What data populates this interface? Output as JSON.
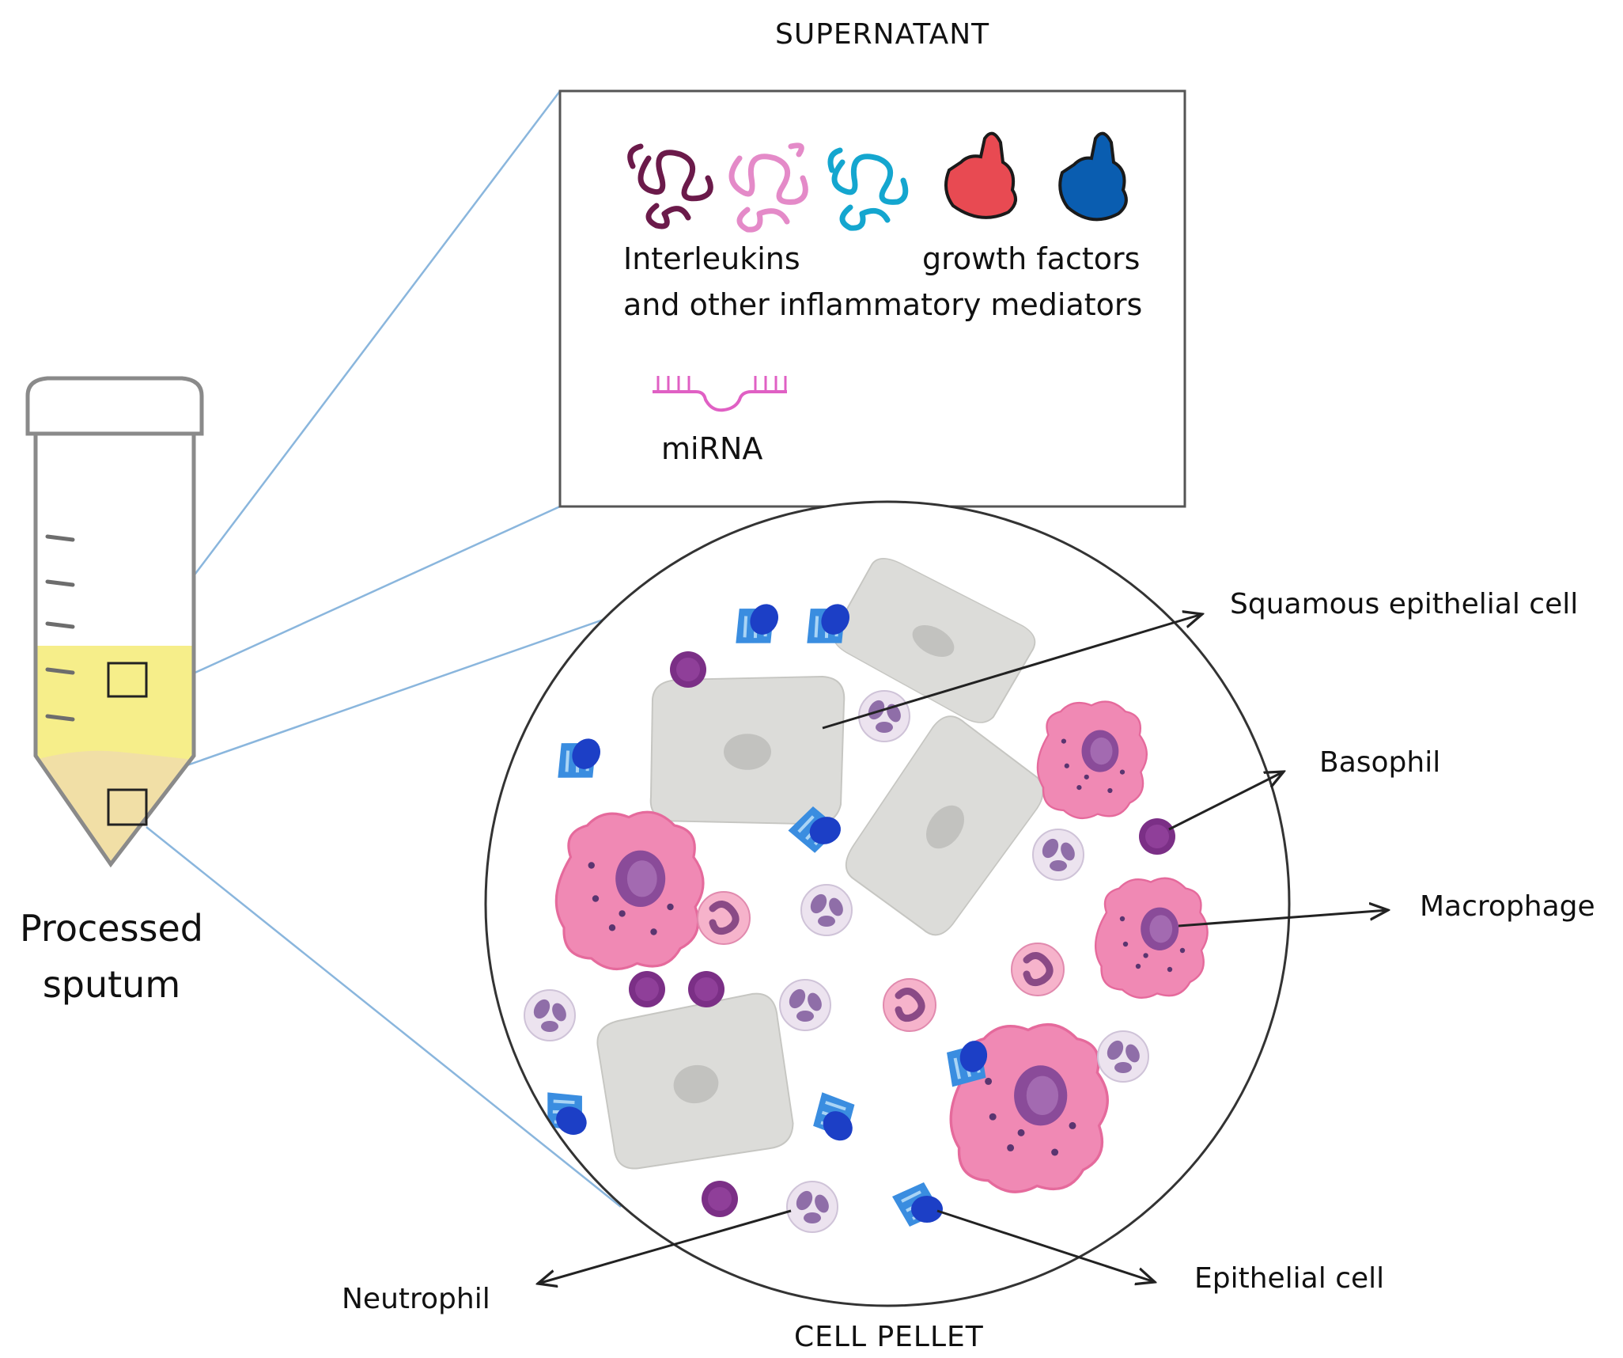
{
  "supernatant_title": "SUPERNATANT",
  "cell_pellet_title": "CELL PELLET",
  "tube_label_line1": "Processed",
  "tube_label_line2": "sputum",
  "mediators": {
    "interleukins_label": "Interleukins",
    "growth_factors_label": "growth factors",
    "mediators_line": "and other inflammatory mediators",
    "mirna_label": "miRNA"
  },
  "cell_labels": {
    "squamous": "Squamous epithelial cell",
    "basophil": "Basophil",
    "macrophage": "Macrophage",
    "neutrophil": "Neutrophil",
    "epithelial": "Epithelial cell"
  },
  "colors": {
    "interleukin_1": "#6b1a4a",
    "interleukin_2": "#e48ac8",
    "interleukin_3": "#14a6cf",
    "growth_factor_1": "#e84a52",
    "growth_factor_2": "#0a5db0",
    "mirna": "#e060c4",
    "sputum_supernatant": "#f6ee8a",
    "sputum_pellet": "#f1dfa6",
    "zoom_lines": "#8ab6dd",
    "squamous_cell": "#dededb",
    "macrophage": "#f089b4",
    "basophil": "#7b2f86",
    "neutrophil": "#ece3ef",
    "eosinophil": "#f6b3cb",
    "epithelial_cell": "#1c3fc6"
  }
}
